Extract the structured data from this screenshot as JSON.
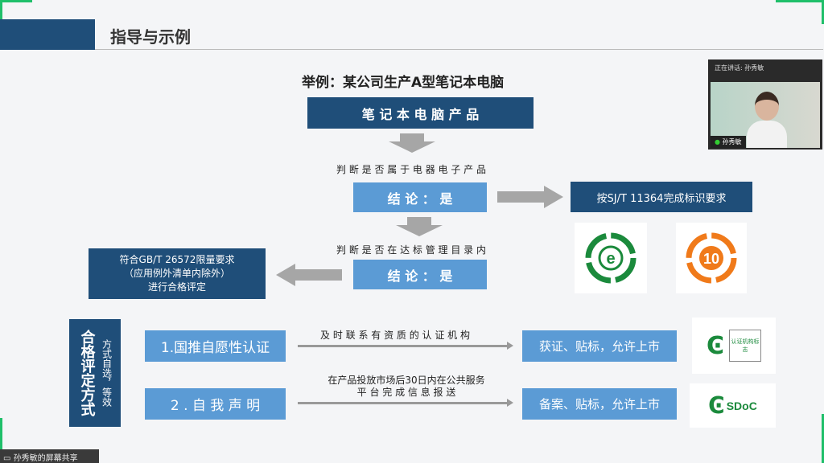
{
  "slide": {
    "title": "指导与示例",
    "example": "举例：某公司生产A型笔记本电脑",
    "product": "笔 记 本 电 脑 产 品",
    "q1": "判 断 是 否 属 于 电 器 电 子 产 品",
    "c1": "结  论  ：  是",
    "mark_req": "按SJ/T  11364完成标识要求",
    "q2": "判 断 是 否 在 达 标 管 理 目 录 内",
    "c2": "结  论  ：  是",
    "gb_lines": [
      "符合GB/T 26572限量要求",
      "（应用例外清单内除外）",
      "进行合格评定"
    ],
    "side_main": "合格评定方式",
    "side_sub": "方式自选，等效",
    "m1": "1.国推自愿性认证",
    "m1_arrow": "及 时 联 系 有 资 质 的 认 证 机 构",
    "r1": "获证、贴标，允许上市",
    "m2": "2 . 自 我 声 明",
    "m2_arrow_lines": [
      "在产品投放市场后30日内在公共服务",
      "平 台 完 成 信 息 报 送"
    ],
    "r2": "备案、贴标，允许上市",
    "logo_e": "e",
    "logo_10": "10",
    "cert_box": "认证机构标志",
    "sdoc": "SDoC"
  },
  "video": {
    "speaking": "正在讲话: 孙秀敏",
    "name": "孙秀敏"
  },
  "share_bar": "孙秀敏的屏幕共享"
}
